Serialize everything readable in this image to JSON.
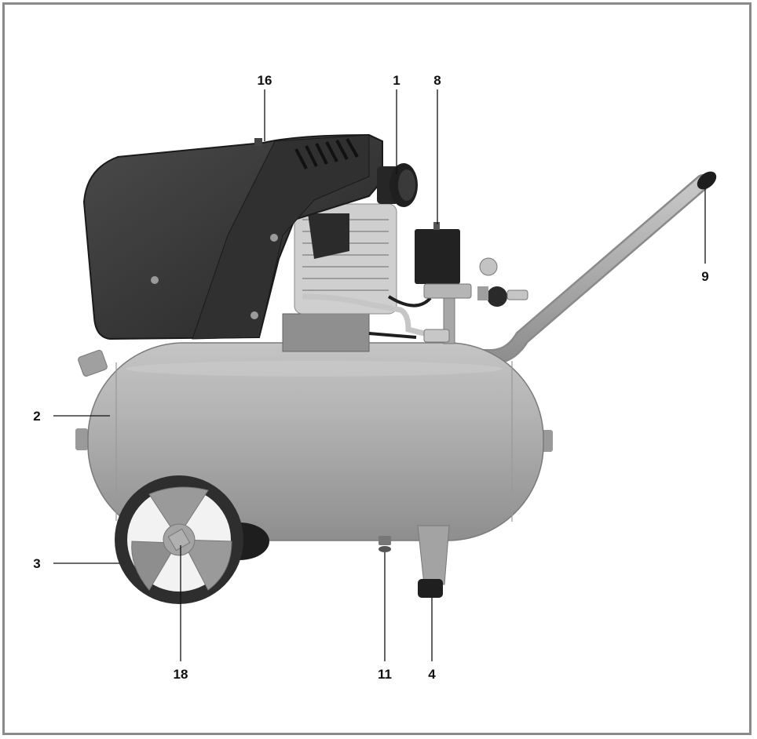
{
  "callouts": {
    "c1": "1",
    "c2": "2",
    "c3": "3",
    "c4": "4",
    "c8": "8",
    "c9": "9",
    "c11": "11",
    "c16": "16",
    "c18": "18"
  },
  "colors": {
    "tank": "#a9a9a9",
    "housing": "#3a3a3a",
    "handle": "#b0b0b0",
    "tire": "#2e2e2e",
    "hub": "#9a9a9a",
    "metal": "#cfcfcf",
    "frame": "#8a8a8a"
  }
}
